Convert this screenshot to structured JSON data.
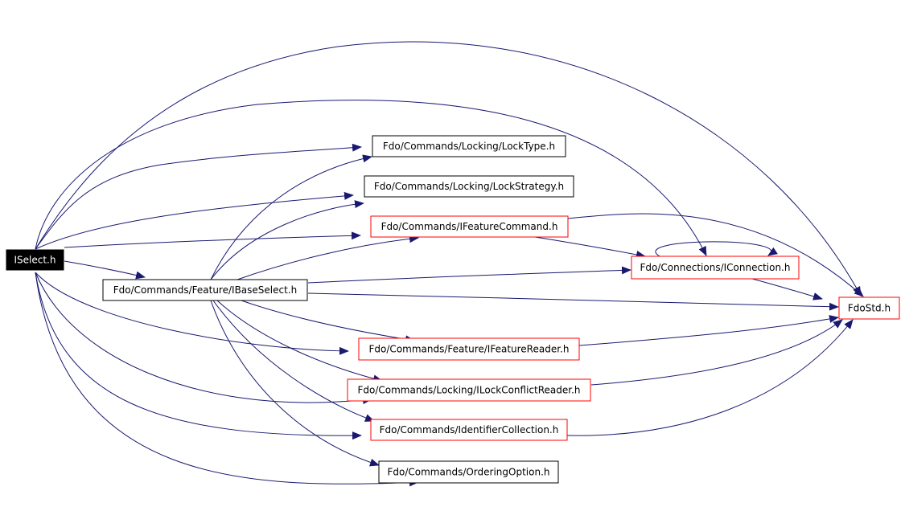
{
  "colors": {
    "edge": "#191970",
    "missing_border": "#ff0000",
    "normal_border": "#000000",
    "root_fill": "#000000",
    "root_text": "#ffffff"
  },
  "nodes": {
    "iselect": "ISelect.h",
    "ibaseselect": "Fdo/Commands/Feature/IBaseSelect.h",
    "locktype": "Fdo/Commands/Locking/LockType.h",
    "lockstrategy": "Fdo/Commands/Locking/LockStrategy.h",
    "ifeaturecommand": "Fdo/Commands/IFeatureCommand.h",
    "iconnection": "Fdo/Connections/IConnection.h",
    "fdostd": "FdoStd.h",
    "ifeaturereader": "Fdo/Commands/Feature/IFeatureReader.h",
    "ilockconflictreader": "Fdo/Commands/Locking/ILockConflictReader.h",
    "identifiercollection": "Fdo/Commands/IdentifierCollection.h",
    "orderingoption": "Fdo/Commands/OrderingOption.h"
  }
}
